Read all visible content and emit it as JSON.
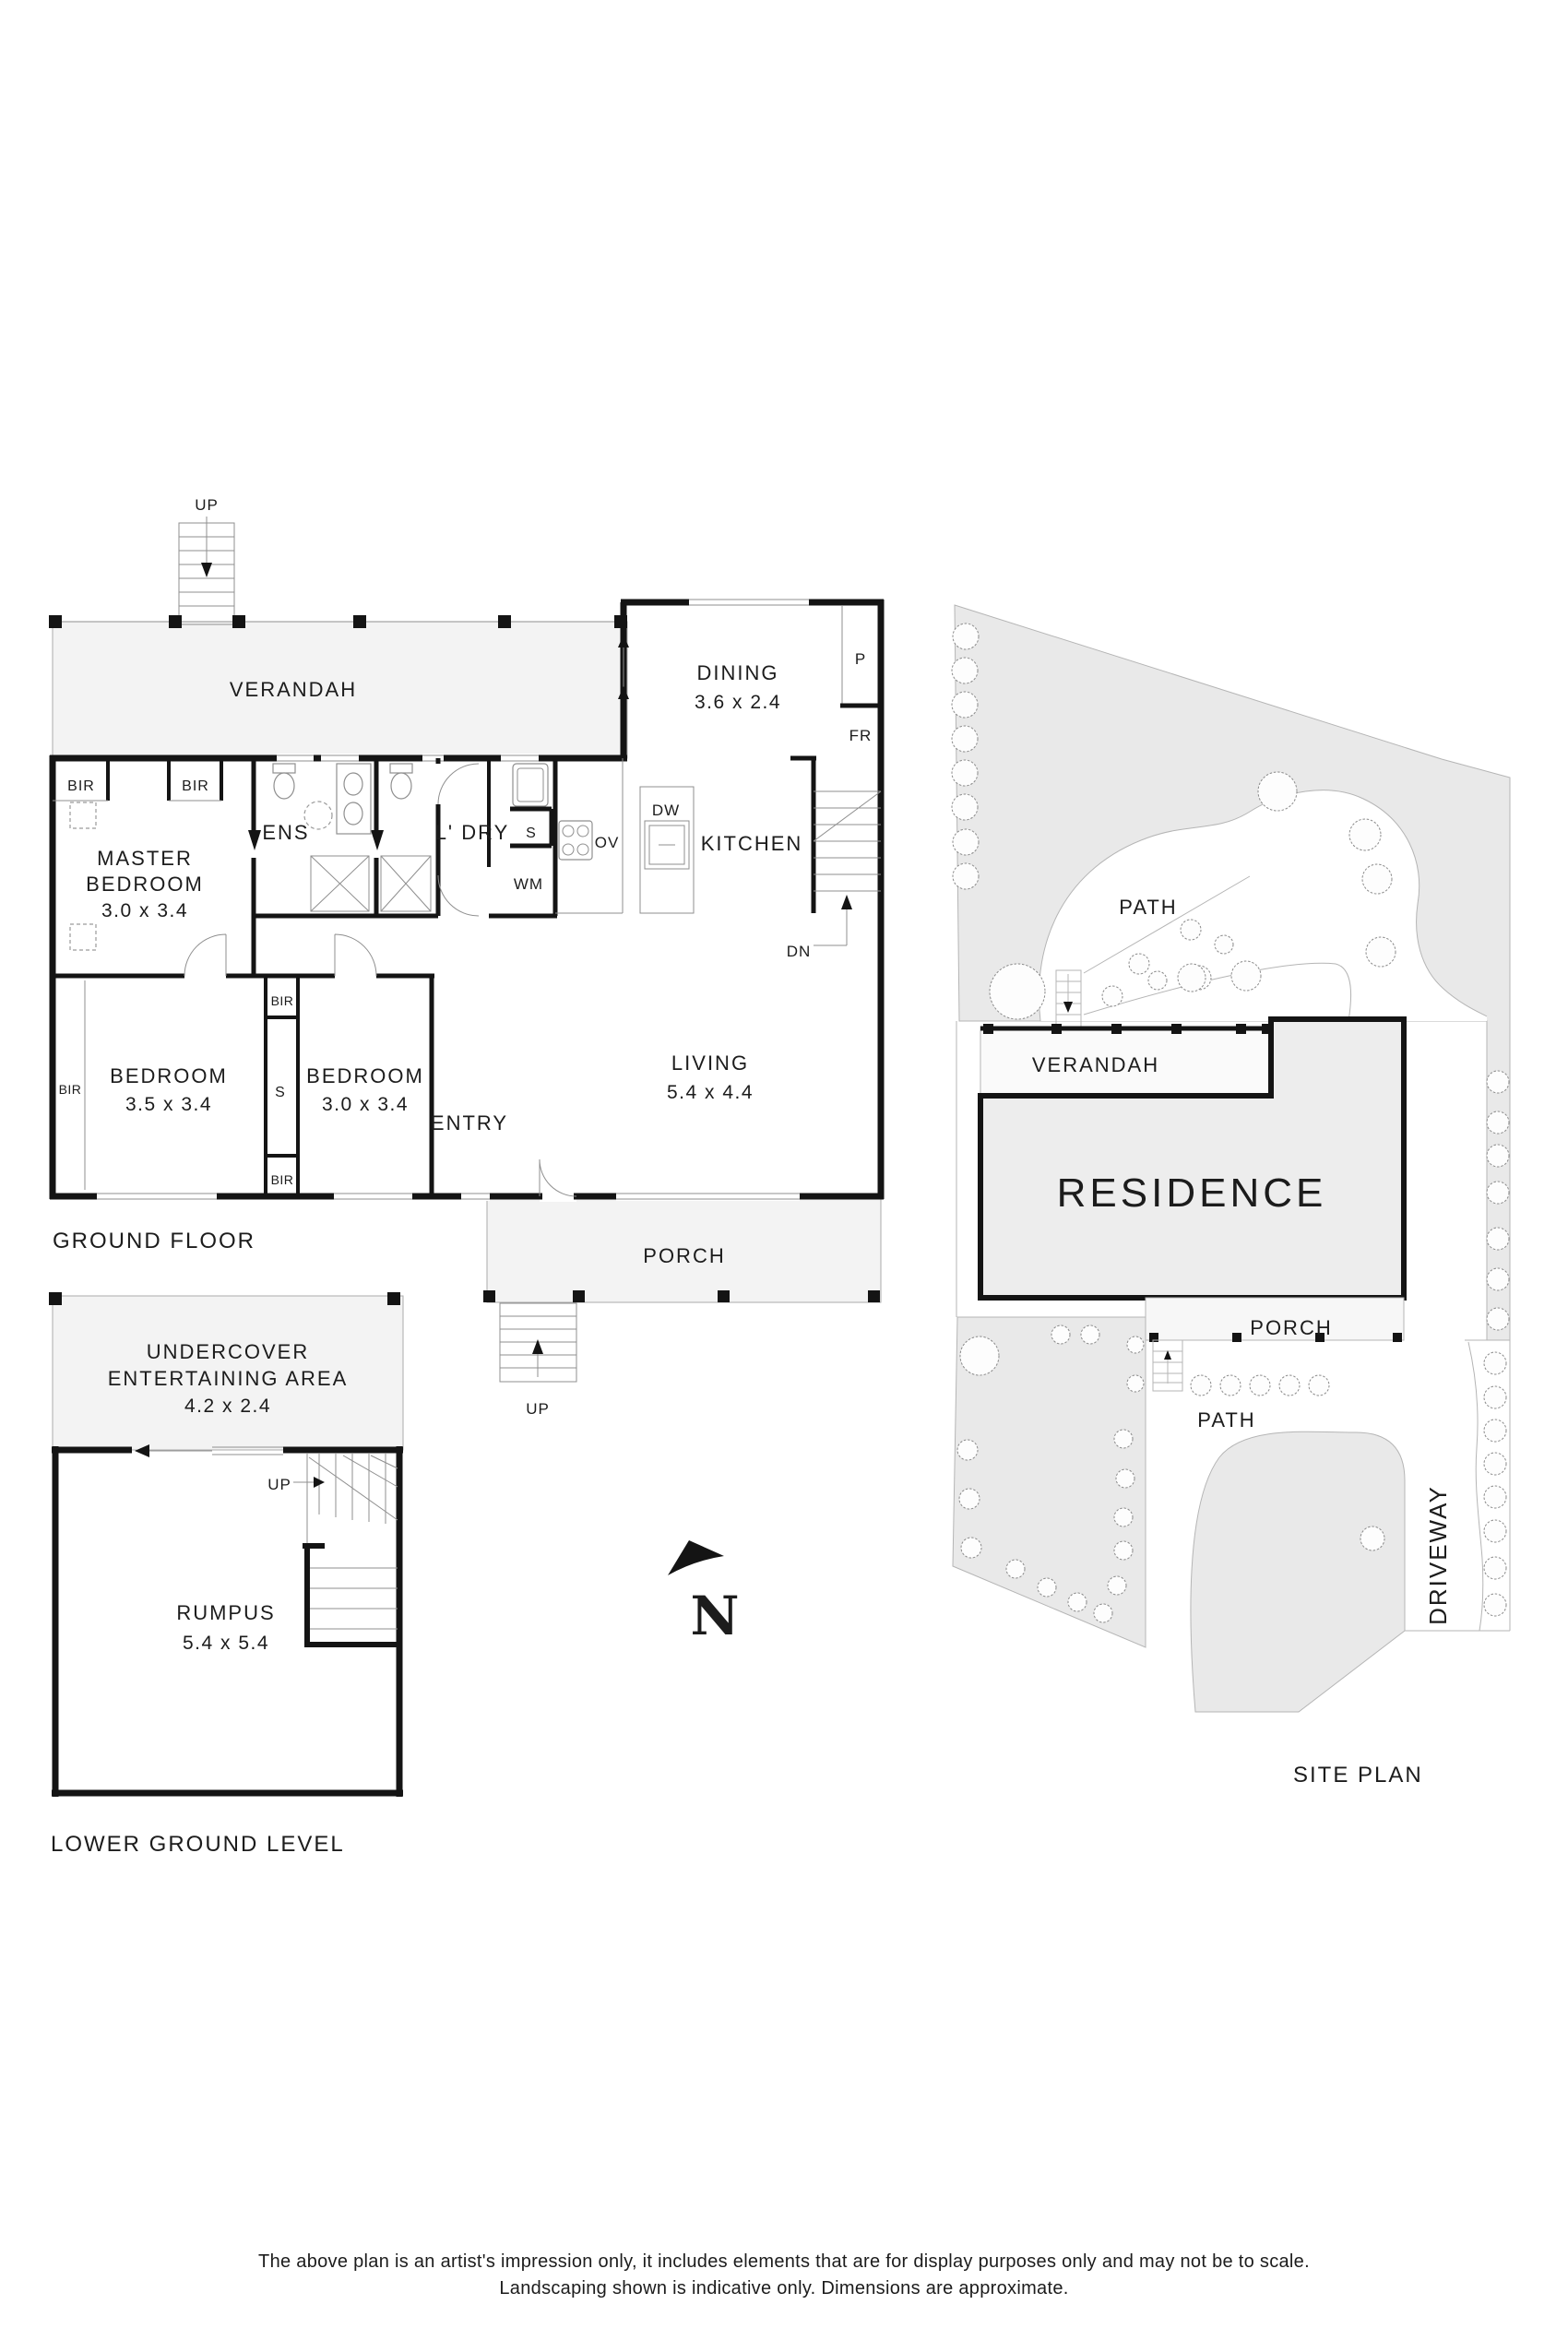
{
  "ground_floor": {
    "title": "GROUND FLOOR",
    "verandah": "VERANDAH",
    "stair_up_top": "UP",
    "dining_name": "DINING",
    "dining_dims": "3.6 x 2.4",
    "pantry": "P",
    "fridge": "FR",
    "kitchen": "KITCHEN",
    "dishwasher": "DW",
    "oven": "OV",
    "sink": "S",
    "washing_machine": "WM",
    "laundry": "L' DRY",
    "down": "DN",
    "ensuite": "ENS",
    "master_line1": "MASTER",
    "master_line2": "BEDROOM",
    "master_dims": "3.0 x 3.4",
    "bir": "BIR",
    "bedroom2_name": "BEDROOM",
    "bedroom2_dims": "3.5 x 3.4",
    "bedroom3_name": "BEDROOM",
    "bedroom3_dims": "3.0 x 3.4",
    "closet_s": "S",
    "living_name": "LIVING",
    "living_dims": "5.4 x 4.4",
    "entry": "ENTRY",
    "porch": "PORCH",
    "stair_up_porch": "UP"
  },
  "lower_ground": {
    "title": "LOWER GROUND LEVEL",
    "undercover_line1": "UNDERCOVER",
    "undercover_line2": "ENTERTAINING AREA",
    "undercover_dims": "4.2 x 2.4",
    "up": "UP",
    "rumpus_name": "RUMPUS",
    "rumpus_dims": "5.4 x 5.4"
  },
  "compass": {
    "letter": "N"
  },
  "site_plan": {
    "title": "SITE PLAN",
    "path_top": "PATH",
    "verandah": "VERANDAH",
    "residence": "RESIDENCE",
    "porch": "PORCH",
    "path_bottom": "PATH",
    "driveway": "DRIVEWAY"
  },
  "disclaimer": {
    "line1": "The above plan is an artist's impression only, it includes elements that are for display purposes only and may not be to scale.",
    "line2": "Landscaping shown is indicative only. Dimensions are approximate."
  },
  "colors": {
    "wall": "#141414",
    "light_area": "#f3f3f3",
    "garden": "#e9e9e9"
  }
}
